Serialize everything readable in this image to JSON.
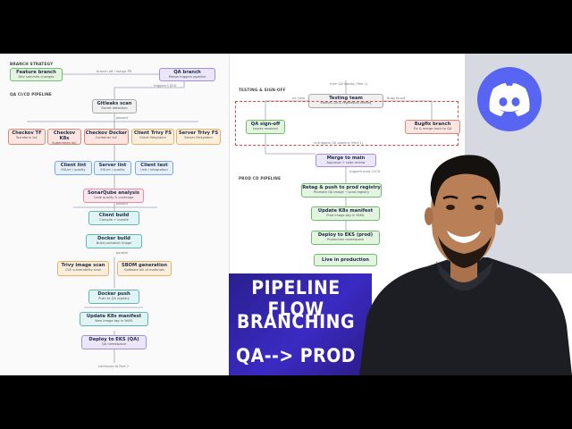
{
  "left": {
    "branch_strategy": "BRANCH STRATEGY",
    "qa_ci_pipeline": "QA CI/CD PIPELINE",
    "feature_branch": {
      "title": "Feature branch",
      "sub": "Dev commits changes"
    },
    "qa_branch": {
      "title": "QA branch",
      "sub": "Merge triggers pipeline"
    },
    "edge_merge": "branch off / merge PR",
    "edge_trigger": "triggers CI/CD",
    "gitleaks": {
      "title": "Gitleaks scan",
      "sub": "Secret detection"
    },
    "edge_passed1": "passed",
    "checkov_tf": {
      "title": "Checkov TF",
      "sub": "Terraform IaC"
    },
    "checkov_k8s": {
      "title": "Checkov K8s",
      "sub": "Kubernetes IaC"
    },
    "checkov_docker": {
      "title": "Checkov Docker",
      "sub": "Container IaC"
    },
    "client_trivy": {
      "title": "Client Trivy FS",
      "sub": "Client filesystem"
    },
    "server_trivy": {
      "title": "Server Trivy FS",
      "sub": "Server filesystem"
    },
    "edge_passed2": "passed",
    "client_lint": {
      "title": "Client lint",
      "sub": "ESLint / quality"
    },
    "server_lint": {
      "title": "Server lint",
      "sub": "ESLint / quality"
    },
    "client_test": {
      "title": "Client test",
      "sub": "Unit / integration"
    },
    "sonarqube": {
      "title": "SonarQube analysis",
      "sub": "Code quality & coverage"
    },
    "client_build": {
      "title": "Client build",
      "sub": "Compile + bundle"
    },
    "docker_build": {
      "title": "Docker build",
      "sub": "Build container image"
    },
    "edge_passed3": "parallel",
    "trivy_image": {
      "title": "Trivy image scan",
      "sub": "CVE vulnerability scan"
    },
    "sbom": {
      "title": "SBOM generation",
      "sub": "Software bill of materials"
    },
    "docker_push": {
      "title": "Docker push",
      "sub": "Push to QA registry"
    },
    "update_k8s": {
      "title": "Update K8s manifest",
      "sub": "New image tag in YAML"
    },
    "deploy_qa": {
      "title": "Deploy to EKS (QA)",
      "sub": "QA namespace"
    },
    "footer": "continues to Part 2"
  },
  "mid": {
    "from_qa": "from QA deploy (Part 1)",
    "testing_signoff": "TESTING & SIGN-OFF",
    "testing_team": {
      "title": "Testing team",
      "sub": "Manual QA & regression testing"
    },
    "qa_signoff": {
      "title": "QA sign-off",
      "sub": "Issues resolved"
    },
    "bugfix": {
      "title": "Bugfix branch",
      "sub": "Fix & merge back to QA"
    },
    "edge_all_clear": "All clear",
    "edge_bugs": "Bugs found",
    "edge_retrigger": "re-triggers QA pipeline (Part 1)",
    "merge_main": {
      "title": "Merge to main",
      "sub": "Approval + code review"
    },
    "edge_triggers_prod": "triggers prod CI/CD",
    "prod_pipeline": "PROD CD PIPELINE",
    "retag": {
      "title": "Retag & push to prod registry",
      "sub": "Promote QA image → prod registry"
    },
    "update_k8s": {
      "title": "Update K8s manifest",
      "sub": "Prod image tag in YAML"
    },
    "deploy_prod": {
      "title": "Deploy to EKS (prod)",
      "sub": "Production namespace"
    },
    "live": {
      "title": "Live in production"
    }
  },
  "banner": {
    "line1": "PIPELINE FLOW",
    "line2": "BRANCHING",
    "line3": "QA--> PROD"
  },
  "colors": {
    "banner": "#3b2ac2",
    "discord": "#5865F2",
    "discord_bg": "#d6d9e0"
  },
  "icons": [
    "discord-logo-icon",
    "presenter-photo"
  ]
}
